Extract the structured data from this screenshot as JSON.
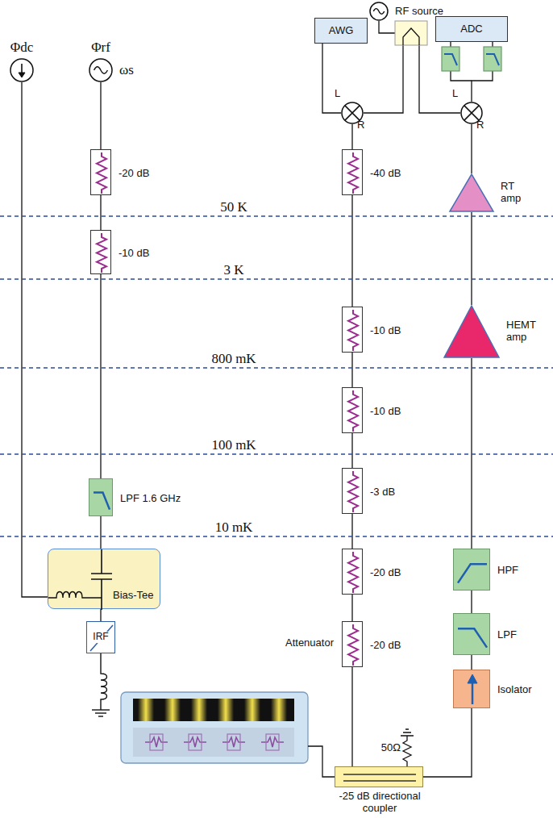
{
  "diagram": {
    "nodes": [
      {
        "text": [
          "Φdc"
        ]
      },
      {
        "text": [
          "Φrf",
          "ωs"
        ]
      },
      {
        "text": [
          "-20 dB"
        ]
      },
      {
        "text": [
          "-10 dB"
        ]
      },
      {
        "text": [
          "LPF 1.6 GHz"
        ]
      },
      {
        "text": [
          "Bias-Tee"
        ]
      },
      {
        "text": [
          "IRF"
        ]
      },
      {
        "text": [
          "AWG"
        ]
      },
      {
        "text": [
          "RF source"
        ]
      },
      {
        "text": [
          "ADC"
        ]
      },
      {
        "text": [
          "L",
          "R"
        ]
      },
      {
        "text": [
          "L",
          "R"
        ]
      },
      {
        "text": [
          "-40 dB"
        ]
      },
      {
        "text": [
          "-10 dB"
        ]
      },
      {
        "text": [
          "-10 dB"
        ]
      },
      {
        "text": [
          "-3 dB"
        ]
      },
      {
        "text": [
          "-20 dB"
        ]
      },
      {
        "text": [
          "-20 dB"
        ]
      },
      {
        "text": [
          "-25 dB directional coupler"
        ]
      },
      {
        "text": [
          "RT amp"
        ]
      },
      {
        "text": [
          "HEMT amp"
        ]
      },
      {
        "text": [
          "HPF"
        ]
      },
      {
        "text": [
          "LPF"
        ]
      },
      {
        "text": [
          "Isolator"
        ]
      }
    ],
    "edges": [
      {
        "from": 1,
        "to": 2,
        "arrow": "none"
      },
      {
        "from": 2,
        "to": 3,
        "arrow": "none"
      },
      {
        "from": 3,
        "to": 4,
        "arrow": "none"
      },
      {
        "from": 4,
        "to": 5,
        "arrow": "none"
      },
      {
        "from": 0,
        "to": 5,
        "arrow": "none"
      },
      {
        "from": 5,
        "to": 6,
        "arrow": "none"
      },
      {
        "from": 7,
        "to": 10,
        "arrow": "none"
      },
      {
        "from": 10,
        "to": 12,
        "arrow": "none"
      },
      {
        "from": 12,
        "to": 13,
        "arrow": "none"
      },
      {
        "from": 13,
        "to": 14,
        "arrow": "none"
      },
      {
        "from": 14,
        "to": 15,
        "arrow": "none"
      },
      {
        "from": 15,
        "to": 16,
        "arrow": "none"
      },
      {
        "from": 16,
        "to": 17,
        "arrow": "none"
      },
      {
        "from": 17,
        "to": 18,
        "arrow": "none"
      },
      {
        "from": 18,
        "to": 23,
        "arrow": "none"
      },
      {
        "from": 23,
        "to": 22,
        "arrow": "none"
      },
      {
        "from": 22,
        "to": 21,
        "arrow": "none"
      },
      {
        "from": 21,
        "to": 20,
        "arrow": "none"
      },
      {
        "from": 20,
        "to": 19,
        "arrow": "none"
      },
      {
        "from": 19,
        "to": 11,
        "arrow": "none"
      },
      {
        "from": 11,
        "to": 9,
        "arrow": "none"
      }
    ],
    "labels": [
      "50 K",
      "3 K",
      "800 mK",
      "100 mK",
      "10 mK",
      "Attenuator",
      "50Ω"
    ]
  }
}
